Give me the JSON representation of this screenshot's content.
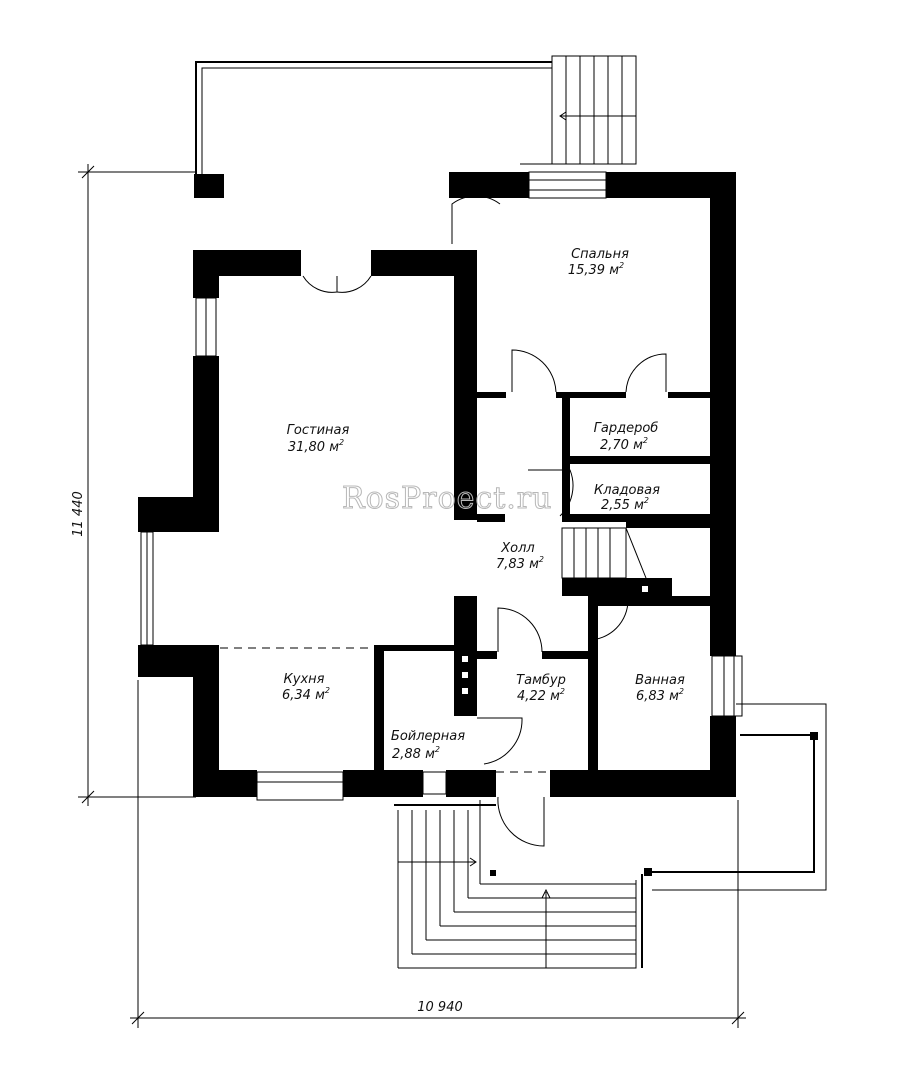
{
  "watermark": "RosProect.ru",
  "dimensions": {
    "height": "11 440",
    "width": "10 940"
  },
  "rooms": [
    {
      "id": "bedroom",
      "name": "Спальня",
      "area": "15,39",
      "unit": "м",
      "sup": "2"
    },
    {
      "id": "living",
      "name": "Гостиная",
      "area": "31,80",
      "unit": "м",
      "sup": "2"
    },
    {
      "id": "wardrobe",
      "name": "Гардероб",
      "area": "2,70",
      "unit": "м",
      "sup": "2"
    },
    {
      "id": "pantry",
      "name": "Кладовая",
      "area": "2,55",
      "unit": "м",
      "sup": "2"
    },
    {
      "id": "hall",
      "name": "Холл",
      "area": "7,83",
      "unit": "м",
      "sup": "2"
    },
    {
      "id": "kitchen",
      "name": "Кухня",
      "area": "6,34",
      "unit": "м",
      "sup": "2"
    },
    {
      "id": "vestibule",
      "name": "Тамбур",
      "area": "4,22",
      "unit": "м",
      "sup": "2"
    },
    {
      "id": "bath",
      "name": "Ванная",
      "area": "6,83",
      "unit": "м",
      "sup": "2"
    },
    {
      "id": "boiler",
      "name": "Бойлерная",
      "area": "2,88",
      "unit": "м",
      "sup": "2"
    }
  ]
}
